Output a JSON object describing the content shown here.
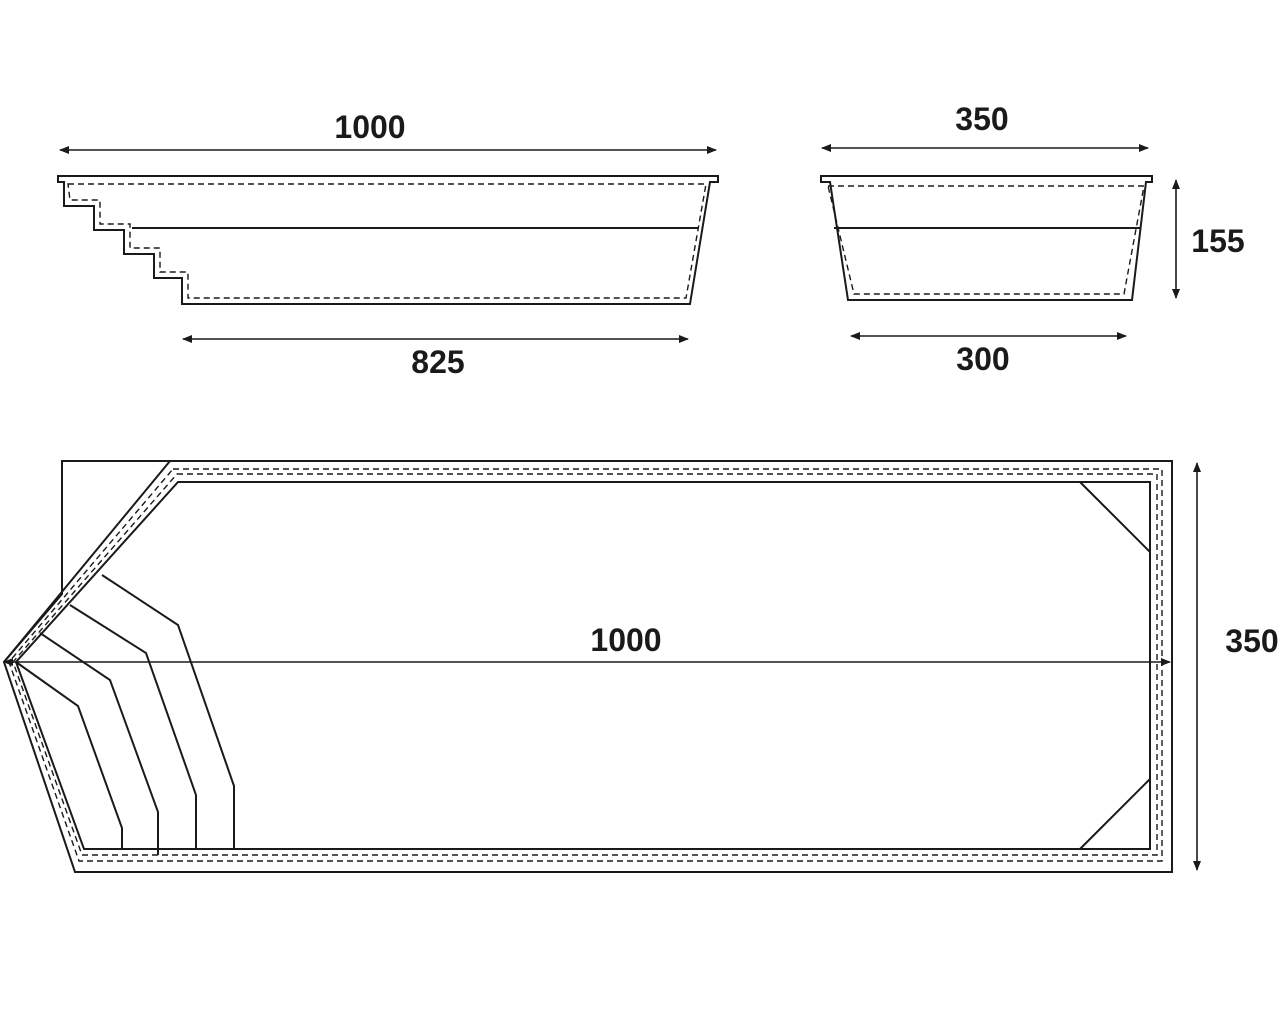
{
  "drawing": {
    "side_view": {
      "top_length": "1000",
      "bottom_length": "825"
    },
    "end_view": {
      "top_width": "350",
      "bottom_width": "300",
      "depth": "155"
    },
    "plan_view": {
      "length": "1000",
      "width": "350"
    }
  }
}
